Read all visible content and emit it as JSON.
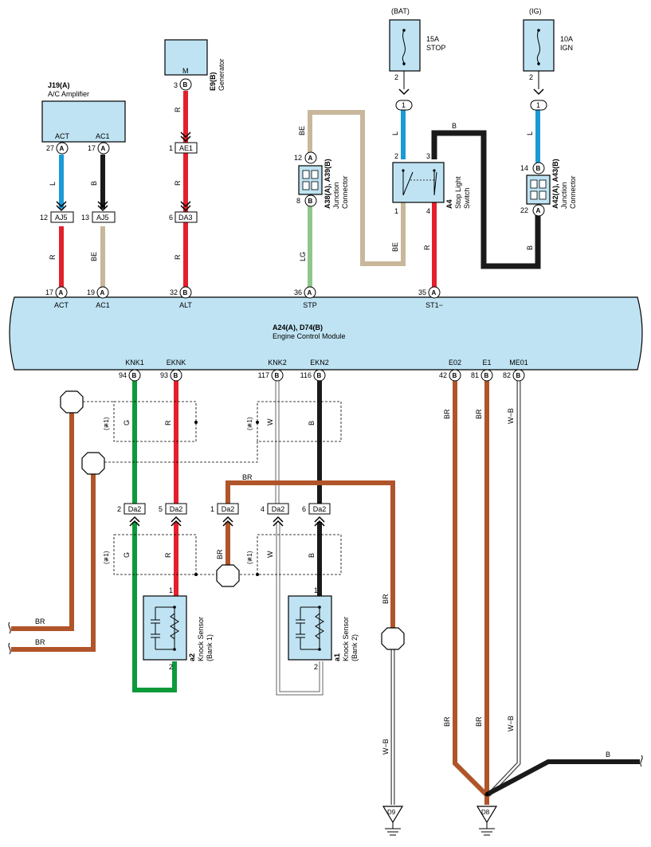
{
  "components": {
    "amp": {
      "id": "J19(A)",
      "name": "A/C Amplifier",
      "pins": [
        "ACT",
        "AC1"
      ],
      "pin_nums": [
        "27",
        "17"
      ],
      "conn": "A"
    },
    "gen": {
      "id": "E9(B)",
      "name": "Generator",
      "pin_label": "M",
      "pin_num": "3",
      "conn": "B"
    },
    "jc1": {
      "id": "A38(A), A39(B)",
      "name1": "Junction",
      "name2": "Connector",
      "pin_top": "12",
      "pin_bot": "8",
      "conn_top": "A",
      "conn_bot": "B"
    },
    "stop_switch": {
      "id": "A4",
      "name1": "Stop Light",
      "name2": "Switch",
      "pins": [
        "2",
        "3",
        "1",
        "4"
      ]
    },
    "jc2": {
      "id": "A42(A), A43(B)",
      "name1": "Junction",
      "name2": "Connector",
      "pin_top": "14",
      "pin_bot": "22",
      "conn_top": "B",
      "conn_bot": "A"
    },
    "fuse_bat": {
      "source": "(BAT)",
      "rating": "15A",
      "name": "STOP",
      "pin": "2"
    },
    "fuse_ig": {
      "source": "(IG)",
      "rating": "10A",
      "name": "IGN",
      "pin": "2"
    },
    "ecm": {
      "id": "A24(A), D74(B)",
      "name": "Engine Control Module"
    },
    "ks1": {
      "id": "a2",
      "name1": "Knock Sensor",
      "name2": "(Bank 1)",
      "pin_top": "1",
      "pin_bot": "2"
    },
    "ks2": {
      "id": "a1",
      "name1": "Knock Sensor",
      "name2": "(Bank 2)",
      "pin_top": "1",
      "pin_bot": "2"
    }
  },
  "ecm_top_pins": [
    {
      "label": "ACT",
      "num": "17",
      "conn": "A"
    },
    {
      "label": "AC1",
      "num": "19",
      "conn": "A"
    },
    {
      "label": "ALT",
      "num": "32",
      "conn": "B"
    },
    {
      "label": "STP",
      "num": "36",
      "conn": "A"
    },
    {
      "label": "ST1−",
      "num": "35",
      "conn": "A"
    }
  ],
  "ecm_bottom_pins": [
    {
      "label": "KNK1",
      "num": "94",
      "conn": "B"
    },
    {
      "label": "EKNK",
      "num": "93",
      "conn": "B"
    },
    {
      "label": "KNK2",
      "num": "117",
      "conn": "B"
    },
    {
      "label": "EKN2",
      "num": "116",
      "conn": "B"
    },
    {
      "label": "E02",
      "num": "42",
      "conn": "B"
    },
    {
      "label": "E1",
      "num": "81",
      "conn": "B"
    },
    {
      "label": "ME01",
      "num": "82",
      "conn": "B"
    }
  ],
  "inline_connectors": {
    "aj5_act": {
      "id": "AJ5",
      "pin": "12"
    },
    "aj5_ac1": {
      "id": "AJ5",
      "pin": "13"
    },
    "ae1": {
      "id": "AE1",
      "pin": "1"
    },
    "da3": {
      "id": "DA3",
      "pin": "6"
    },
    "da2_g": {
      "id": "Da2",
      "pin": "2"
    },
    "da2_r": {
      "id": "Da2",
      "pin": "5"
    },
    "da2_br": {
      "id": "Da2",
      "pin": "1"
    },
    "da2_w": {
      "id": "Da2",
      "pin": "4"
    },
    "da2_b": {
      "id": "Da2",
      "pin": "6"
    }
  },
  "wire_colors_text": {
    "L": "L",
    "B": "B",
    "R": "R",
    "BE": "BE",
    "LG": "LG",
    "G": "G",
    "W": "W",
    "BR": "BR",
    "WB": "W−B"
  },
  "shield_note": "(≇1)",
  "grounds": {
    "left": "D9",
    "right": "D8"
  },
  "splice_label": "1",
  "colors": {
    "red": "#e3202b",
    "blue": "#1a9ad6",
    "black": "#1a1a1a",
    "beige": "#c9b79c",
    "lightgreen": "#8dc88a",
    "green": "#0c9a3a",
    "brown": "#b0552a",
    "ecm_fill": "#bfe3f3"
  }
}
